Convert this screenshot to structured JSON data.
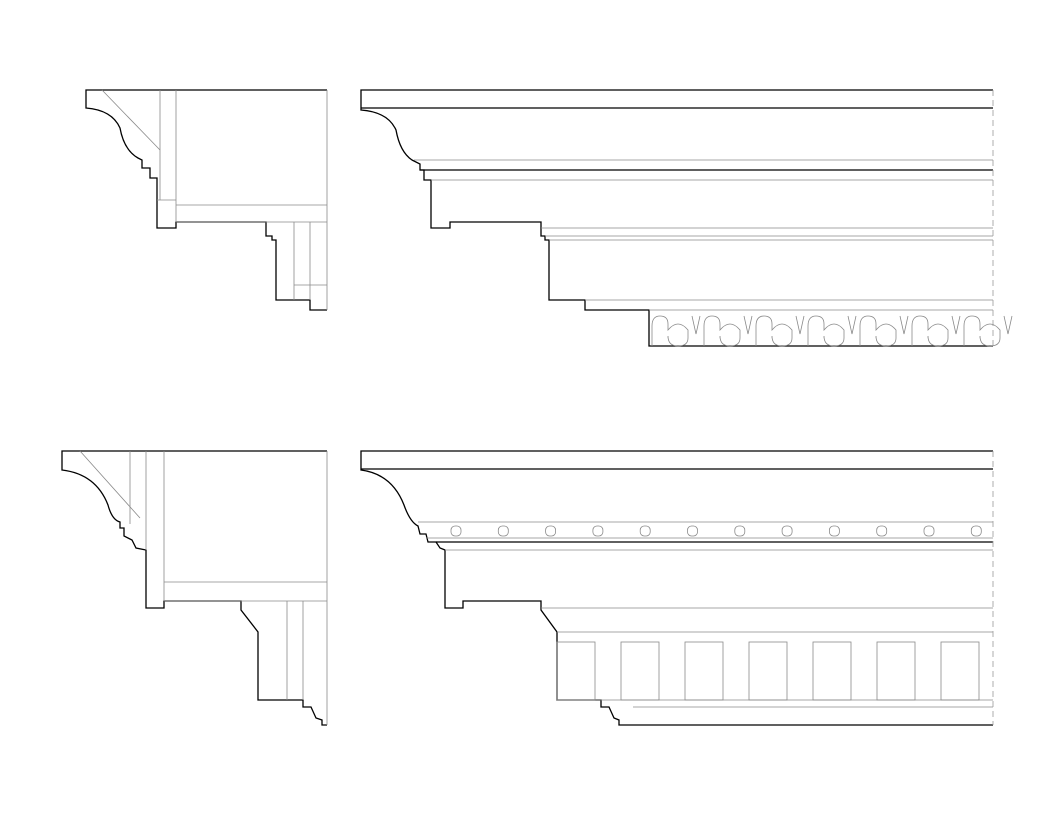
{
  "drawing": {
    "kind": "crown molding profiles and elevations",
    "rows": [
      {
        "id": "top",
        "section": "profile-section",
        "elevation": "cornice-elevation",
        "ornament": "scalloped-bed-mold",
        "ornament_count": 7
      },
      {
        "id": "bottom",
        "section": "profile-section",
        "elevation": "cornice-elevation",
        "ornament": "dentil-block",
        "ornament_count": 7,
        "bead_count": 12
      }
    ],
    "colors": {
      "line": "#000000",
      "hidden_line": "#8a8a8a",
      "background": "#ffffff"
    }
  }
}
